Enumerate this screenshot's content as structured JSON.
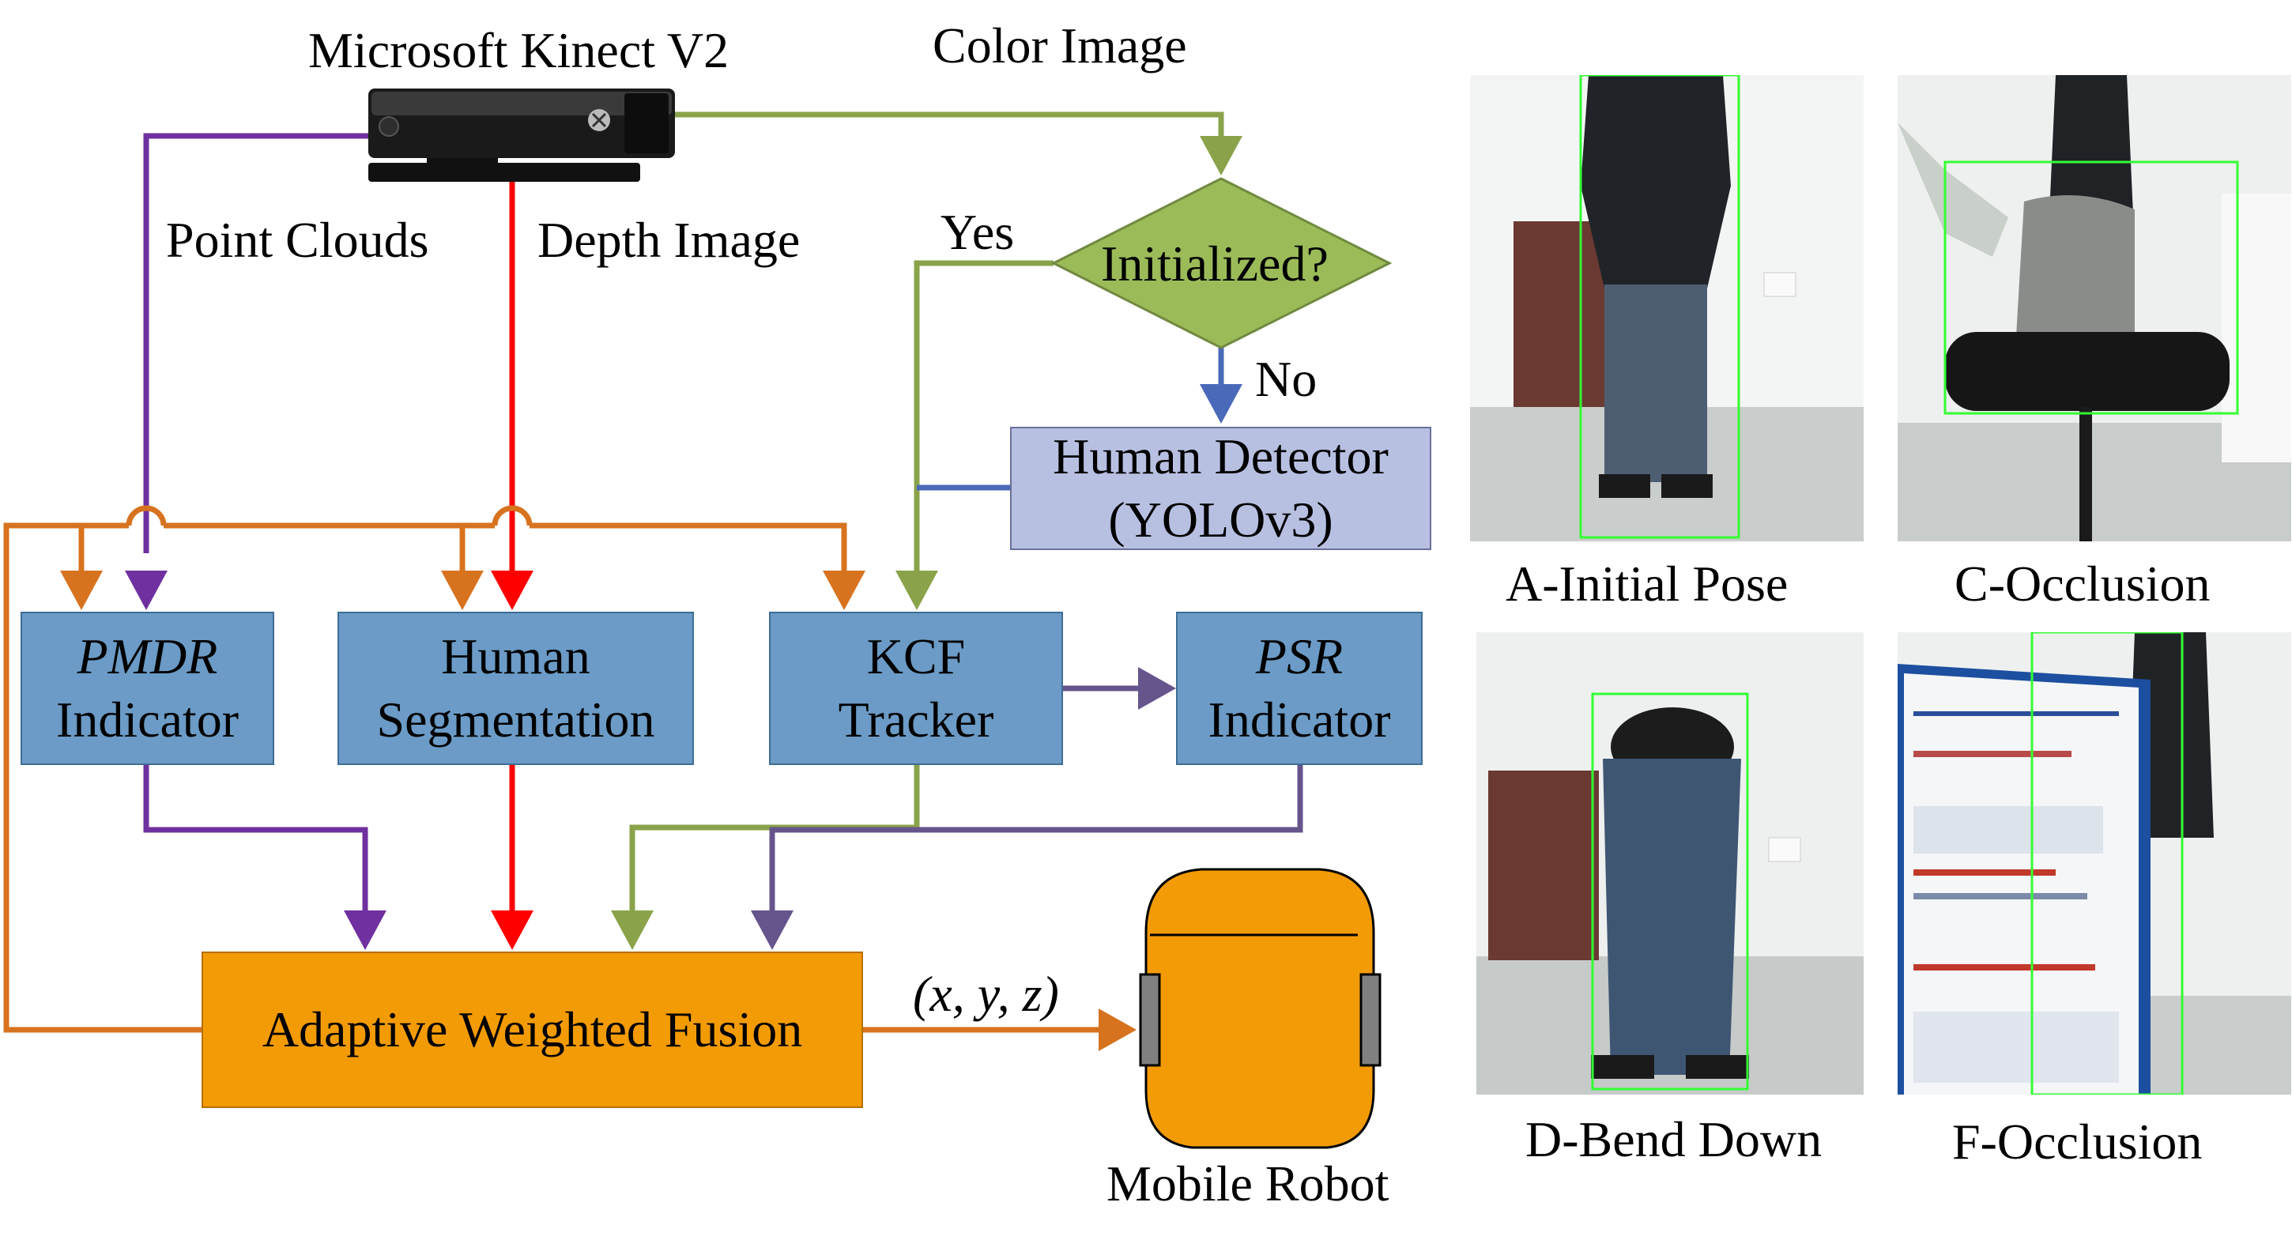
{
  "diagram": {
    "sensor": {
      "title": "Microsoft Kinect V2"
    },
    "streams": {
      "color": "Color Image",
      "point_clouds": "Point Clouds",
      "depth": "Depth Image"
    },
    "decision": {
      "label": "Initialized?",
      "yes": "Yes",
      "no": "No"
    },
    "detector": {
      "line1": "Human Detector",
      "line2": "(YOLOv3)"
    },
    "modules": {
      "pmdr": {
        "line1": "PMDR",
        "line2": "Indicator"
      },
      "segmentation": {
        "line1": "Human",
        "line2": "Segmentation"
      },
      "kcf": {
        "line1": "KCF",
        "line2": "Tracker"
      },
      "psr": {
        "line1": "PSR",
        "line2": "Indicator"
      }
    },
    "fusion": {
      "label": "Adaptive Weighted Fusion"
    },
    "output": {
      "label": "(x, y, z)"
    },
    "robot": {
      "label": "Mobile Robot"
    }
  },
  "colors": {
    "purple": "#7030a0",
    "red": "#ff0000",
    "green": "#8aa34a",
    "orange": "#d7731f",
    "blue_line": "#4a69b8",
    "dark_purple": "#66548c",
    "box_blue": "#6b9bc6",
    "fusion_orange": "#f39b05",
    "detection_box": "#33ff33"
  },
  "photos": [
    {
      "caption": "A-Initial Pose"
    },
    {
      "caption": "C-Occlusion"
    },
    {
      "caption": "D-Bend Down"
    },
    {
      "caption": "F-Occlusion"
    }
  ]
}
